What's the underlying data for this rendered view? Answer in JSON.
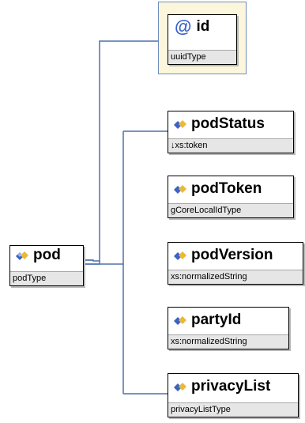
{
  "diagram": {
    "root": {
      "name": "pod",
      "type": "podType"
    },
    "attribute": {
      "symbol": "@",
      "name": "id",
      "type": "uuidType"
    },
    "children": [
      {
        "name": "podStatus",
        "type": "↓xs:token"
      },
      {
        "name": "podToken",
        "type": "gCoreLocalIdType"
      },
      {
        "name": "podVersion",
        "type": "xs:normalizedString"
      },
      {
        "name": "partyId",
        "type": "xs:normalizedString"
      },
      {
        "name": "privacyList",
        "type": "privacyListType"
      }
    ],
    "colors": {
      "connector": "#4d72a8",
      "attribute_bg": "#fbf6dc",
      "type_bar": "#e6e6e6",
      "icon": "#3a62c7"
    },
    "icons": {
      "element": "element-diamond-icon",
      "attribute": "at-sign-icon"
    }
  }
}
